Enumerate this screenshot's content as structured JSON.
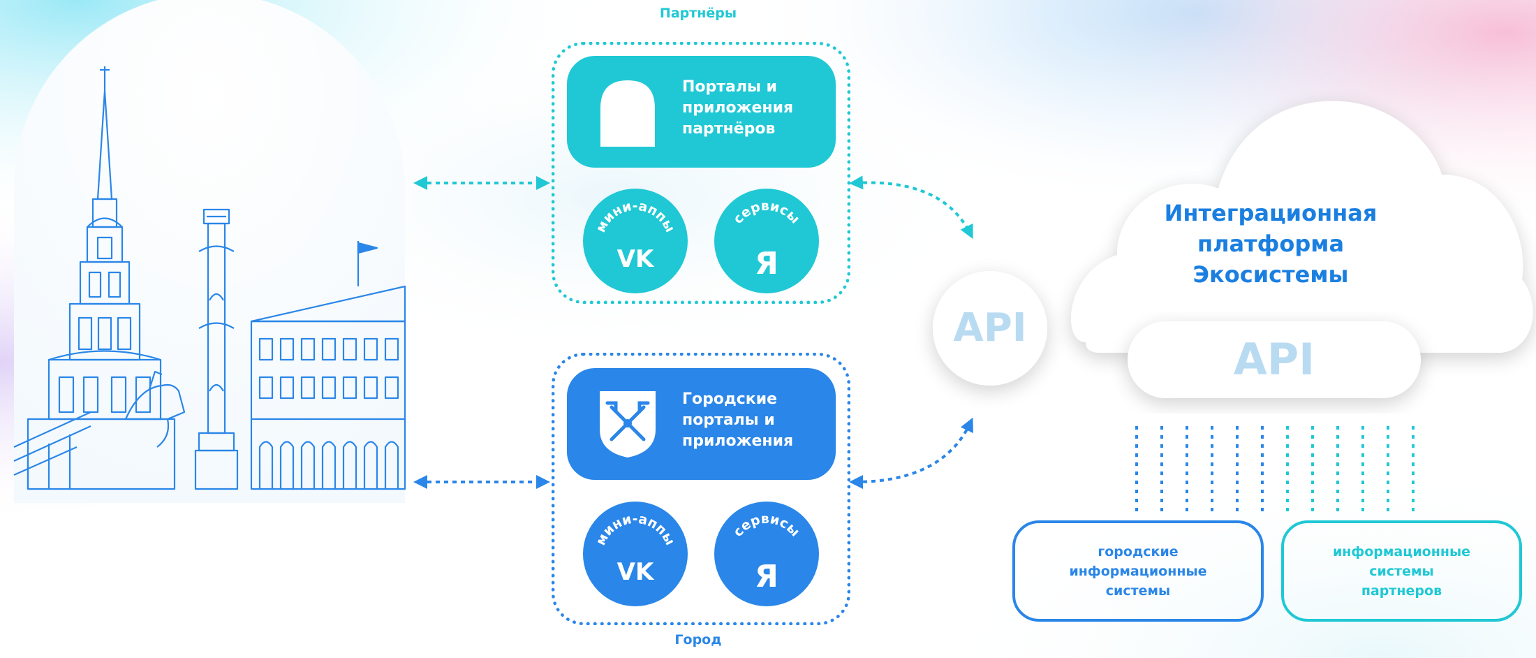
{
  "colors": {
    "teal": "#1fc8d4",
    "blue": "#2a86e8",
    "cloud_title": "#1a7fe0",
    "api_text": "#b9dbf2"
  },
  "partners": {
    "label": "Партнёры",
    "portal_lines": [
      "Порталы и",
      "приложения",
      "партнёров"
    ],
    "miniapps_arc": "мини-аппы",
    "miniapps_icon": "vk-logo-icon",
    "services_arc": "сервисы",
    "services_letter": "Я"
  },
  "city": {
    "label": "Город",
    "portal_lines": [
      "Городские",
      "порталы и",
      "приложения"
    ],
    "portal_icon": "city-coat-of-arms-icon",
    "miniapps_arc": "мини-аппы",
    "miniapps_icon": "vk-logo-icon",
    "services_arc": "сервисы",
    "services_letter": "Я"
  },
  "api_bubble": "API",
  "platform": {
    "title_lines": [
      "Интеграционная",
      "платформа",
      "Экосистемы"
    ],
    "api": "API"
  },
  "systems": [
    {
      "lines": [
        "городские",
        "информационные",
        "системы"
      ],
      "color": "#2a86e8"
    },
    {
      "lines": [
        "информационные",
        "системы",
        "партнеров"
      ],
      "color": "#1fc8d4"
    }
  ]
}
